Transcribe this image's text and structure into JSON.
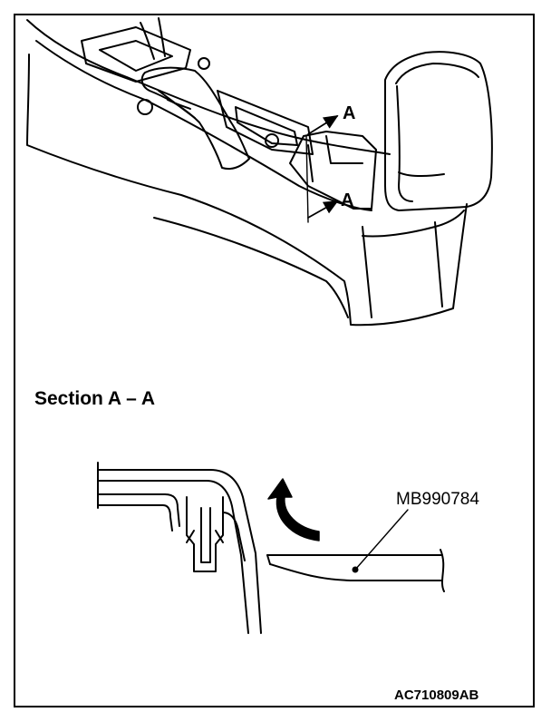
{
  "diagram": {
    "callouts": [
      "A",
      "A"
    ],
    "section_title": "Section A – A",
    "tool_label": "MB990784",
    "figure_id": "AC710809AB"
  }
}
